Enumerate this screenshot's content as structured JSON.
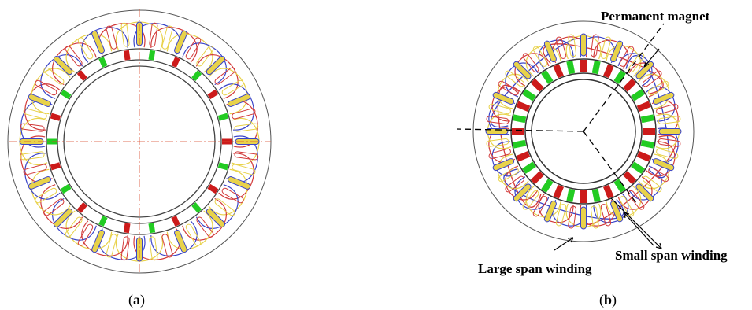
{
  "captions": {
    "a_open": "(",
    "a_letter": "a",
    "a_close": ")",
    "b_open": "(",
    "b_letter": "b",
    "b_close": ")"
  },
  "labels": {
    "permanent_magnet": "Permanent magnet",
    "small_span_winding": "Small span winding",
    "large_span_winding": "Large span winding"
  },
  "colors": {
    "pm_red": "#cc1a1a",
    "pm_green": "#22cc22",
    "coil_red": "#d23a3a",
    "coil_blue": "#3a44c8",
    "coil_yellow": "#e8d24a",
    "outline": "#555555",
    "centerline": "#d94a2a"
  }
}
